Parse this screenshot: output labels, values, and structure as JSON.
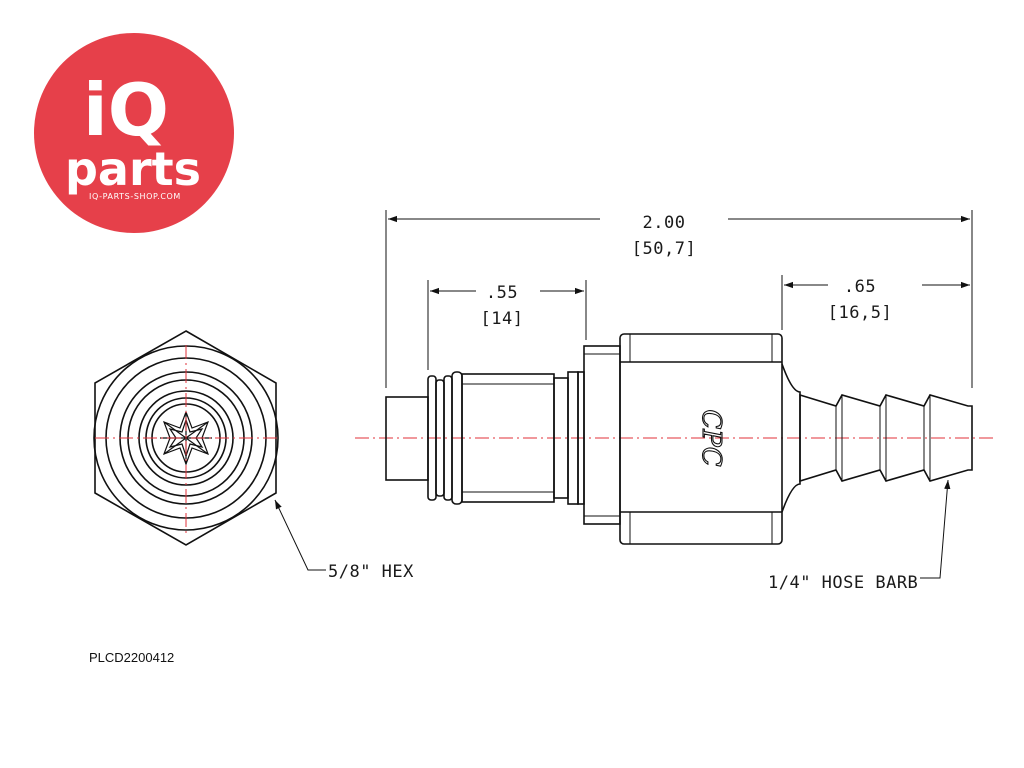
{
  "logo": {
    "line1": "iQ",
    "line2": "parts",
    "tagline": "IQ-PARTS-SHOP.COM",
    "color": "#e6404a"
  },
  "dimensions": {
    "overall": {
      "inch": "2.00",
      "mm": "[50,7]"
    },
    "coupling": {
      "inch": ".55",
      "mm": "[14]"
    },
    "barb": {
      "inch": ".65",
      "mm": "[16,5]"
    }
  },
  "callouts": {
    "hex": "5/8\" HEX",
    "barb": "1/4\" HOSE BARB"
  },
  "body_mark": "CPC",
  "part_number": "PLCD2200412",
  "colors": {
    "centerline": "#e0323a",
    "line": "#111111"
  }
}
